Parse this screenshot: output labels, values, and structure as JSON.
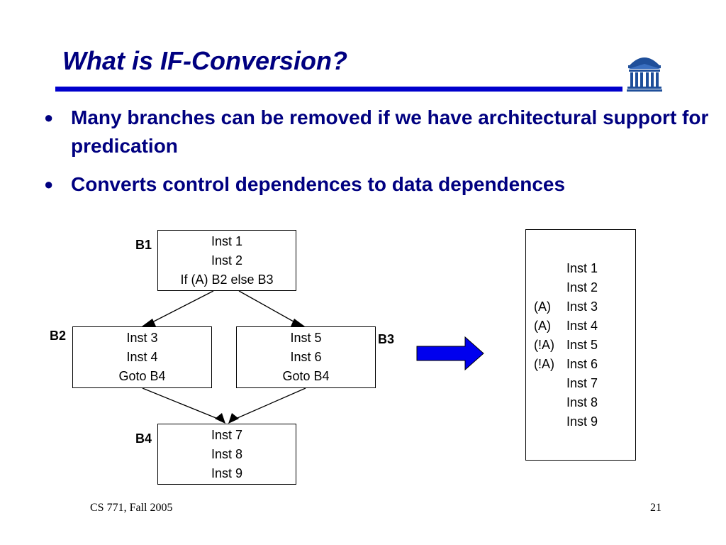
{
  "title": "What is IF-Conversion?",
  "bullets": [
    "Many branches can be removed if we have architectural support for predication",
    "Converts control dependences to data dependences"
  ],
  "cfg": {
    "blocks": [
      {
        "label": "B1",
        "lines": [
          "Inst 1",
          "Inst 2",
          "If (A) B2 else B3"
        ]
      },
      {
        "label": "B2",
        "lines": [
          "Inst 3",
          "Inst 4",
          "Goto B4"
        ]
      },
      {
        "label": "B3",
        "lines": [
          "Inst 5",
          "Inst 6",
          "Goto B4"
        ]
      },
      {
        "label": "B4",
        "lines": [
          "Inst 7",
          "Inst 8",
          "Inst 9"
        ]
      }
    ]
  },
  "converted_code": [
    {
      "pred": "",
      "inst": "Inst 1"
    },
    {
      "pred": "",
      "inst": "Inst 2"
    },
    {
      "pred": "(A)",
      "inst": "Inst 3"
    },
    {
      "pred": "(A)",
      "inst": "Inst 4"
    },
    {
      "pred": "(!A)",
      "inst": "Inst 5"
    },
    {
      "pred": "(!A)",
      "inst": "Inst 6"
    },
    {
      "pred": "",
      "inst": "Inst 7"
    },
    {
      "pred": "",
      "inst": "Inst 8"
    },
    {
      "pred": "",
      "inst": "Inst 9"
    }
  ],
  "footer": {
    "course": "CS 771, Fall 2005",
    "page": "21"
  },
  "colors": {
    "title": "#000080",
    "rule": "#0000cc",
    "arrow": "#0000ee",
    "logo": "#1f4f9a"
  },
  "icons": {
    "logo": "rotunda-logo-icon",
    "bullet": "bullet-icon",
    "conversion_arrow": "block-arrow-right-icon"
  }
}
